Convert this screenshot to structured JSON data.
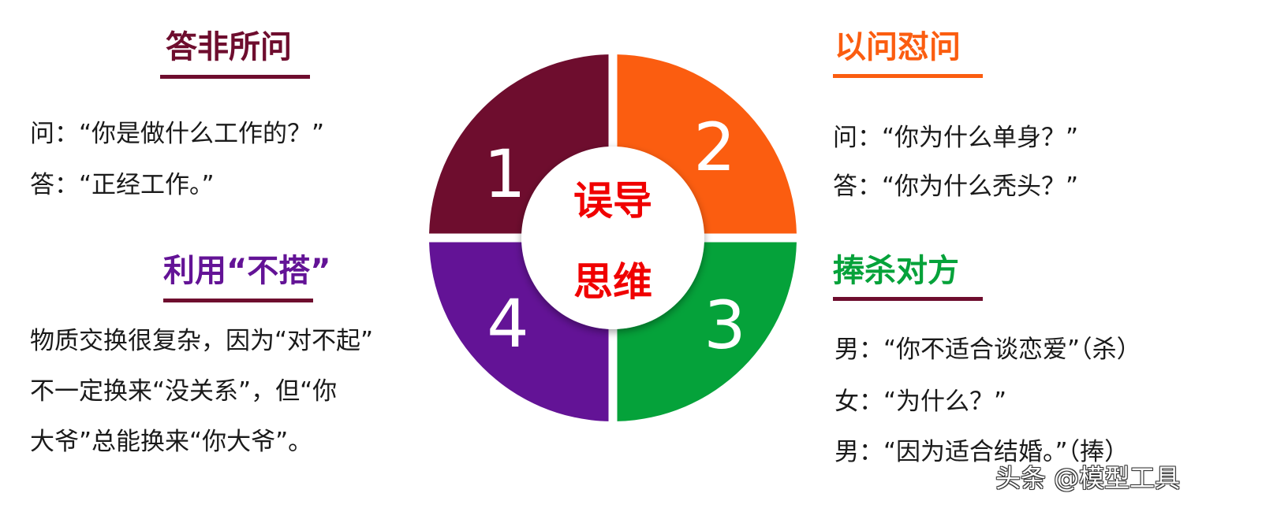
{
  "colors": {
    "seg1": "#6e0d2e",
    "seg2": "#fb5d10",
    "seg3": "#05a23a",
    "seg4": "#631396",
    "center_text": "#f00000",
    "rule_dark": "#6e0d2e",
    "rule_orange": "#fb5d10"
  },
  "diagram": {
    "segments": [
      {
        "number": "1"
      },
      {
        "number": "2"
      },
      {
        "number": "3"
      },
      {
        "number": "4"
      }
    ],
    "center_line1": "误导",
    "center_line2": "思维"
  },
  "section1": {
    "heading": "答非所问",
    "lines": [
      "问：“你是做什么工作的？”",
      "答：“正经工作。”"
    ]
  },
  "section2": {
    "heading": "以问怼问",
    "lines": [
      "问：“你为什么单身？”",
      "答：“你为什么秃头？”"
    ]
  },
  "section3": {
    "heading": "捧杀对方",
    "lines": [
      "男：“你不适合谈恋爱”（杀）",
      "女：“为什么？”",
      "男：“因为适合结婚。”（捧）"
    ]
  },
  "section4": {
    "heading": "利用“不搭”",
    "lines": [
      "物质交换很复杂，因为“对不起”",
      "不一定换来“没关系”，但“你",
      "大爷”总能换来“你大爷”。"
    ]
  },
  "watermark": "头条 @模型工具"
}
